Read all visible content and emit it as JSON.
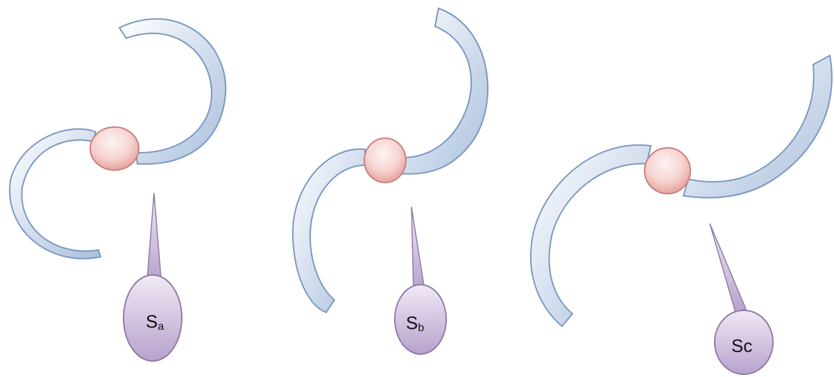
{
  "colors": {
    "arc_fill_light": "#ffffff",
    "arc_fill_dark": "#a9bfdd",
    "arc_stroke": "#7a98c0",
    "node_fill_light": "#fbeeec",
    "node_fill_dark": "#e59a95",
    "node_stroke": "#c9807d",
    "callout_fill_light": "#efe6f4",
    "callout_fill_dark": "#b7a2cc",
    "callout_stroke": "#8f7aa8"
  },
  "diagrams": [
    {
      "id": "a",
      "label_main": "S",
      "label_sub": "a"
    },
    {
      "id": "b",
      "label_main": "S",
      "label_sub": "b"
    },
    {
      "id": "c",
      "label_main": "Sc",
      "label_sub": ""
    }
  ]
}
